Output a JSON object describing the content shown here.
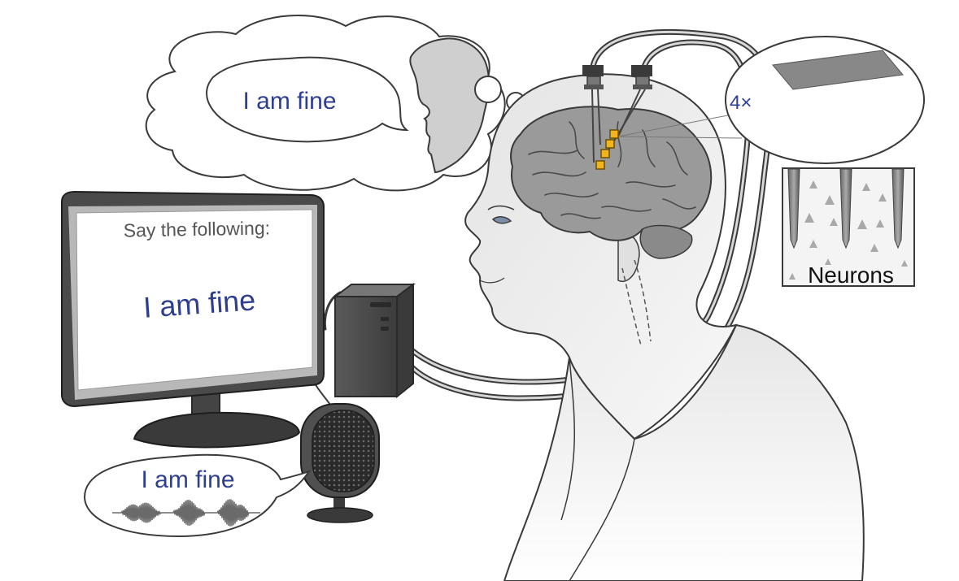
{
  "thought_bubble": {
    "text": "I am fine"
  },
  "monitor": {
    "prompt": "Say the following:",
    "sentence": "I am fine"
  },
  "speech_bubble": {
    "text": "I am fine"
  },
  "magnification": {
    "label": "4×"
  },
  "neurons_inset": {
    "label": "Neurons"
  },
  "colors": {
    "text_blue": "#2e3f8f",
    "electrode_yellow": "#f2b51c",
    "skin_gray": "#d9d9d9",
    "brain_gray": "#9a9a9a",
    "outline": "#3a3a3a"
  }
}
